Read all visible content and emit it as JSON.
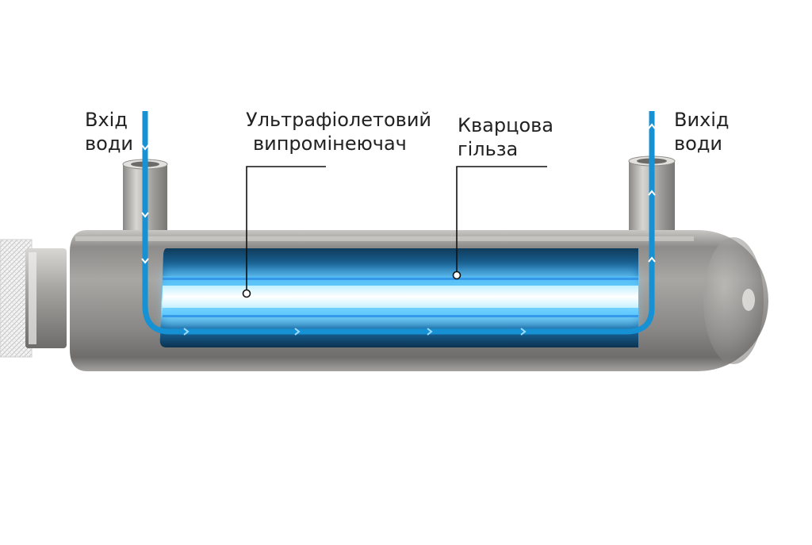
{
  "labels": {
    "inlet": [
      "Вхід",
      "води"
    ],
    "uv_emitter": [
      "Ультрафіолетовий",
      "випромінеючач"
    ],
    "quartz_sleeve": [
      "Кварцова",
      "гільза"
    ],
    "outlet": [
      "Вихід",
      "води"
    ]
  },
  "colors": {
    "water_flow": "#1aa3e8",
    "uv_glow": "#4fc3ff",
    "steel": "#9a9896",
    "leader_line": "#111111"
  }
}
